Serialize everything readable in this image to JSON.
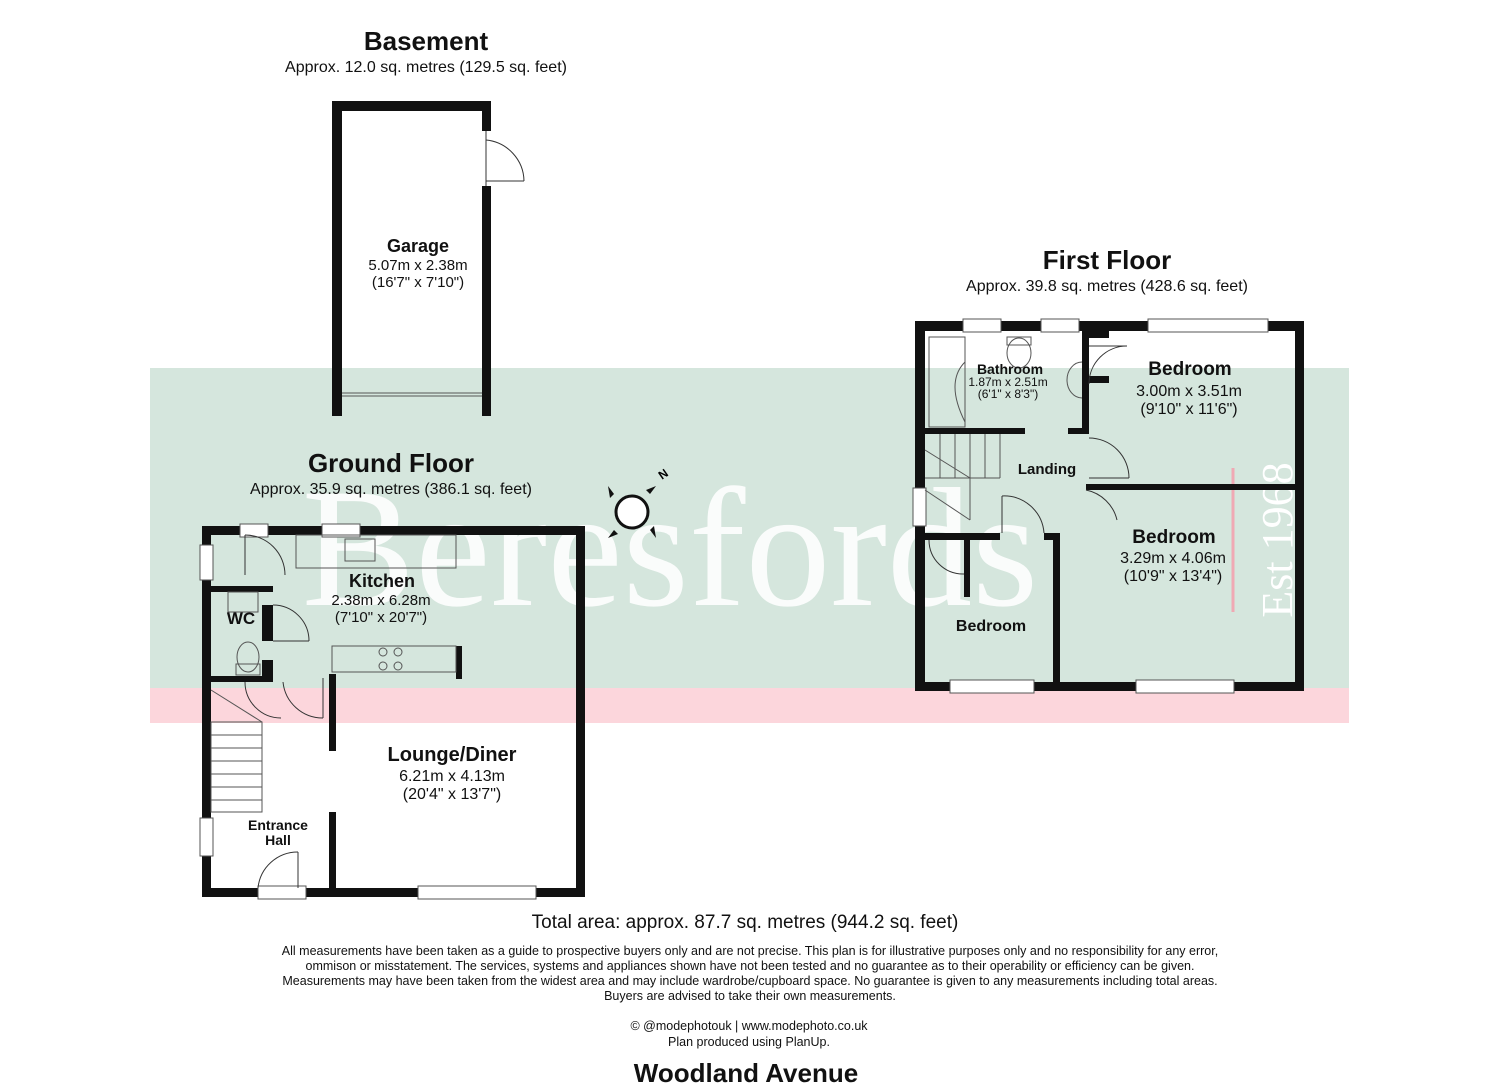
{
  "watermark": {
    "brand": "Beresfords",
    "established": "Est 1968"
  },
  "basement": {
    "title": "Basement",
    "area": "Approx. 12.0 sq. metres (129.5 sq. feet)",
    "rooms": {
      "garage": {
        "name": "Garage",
        "metric": "5.07m x 2.38m",
        "imperial": "(16'7\" x 7'10\")"
      }
    }
  },
  "ground_floor": {
    "title": "Ground Floor",
    "area": "Approx. 35.9 sq. metres (386.1 sq. feet)",
    "rooms": {
      "kitchen": {
        "name": "Kitchen",
        "metric": "2.38m x 6.28m",
        "imperial": "(7'10\" x 20'7\")"
      },
      "wc": {
        "name": "WC"
      },
      "lounge": {
        "name": "Lounge/Diner",
        "metric": "6.21m x 4.13m",
        "imperial": "(20'4\" x 13'7\")"
      },
      "entrance_line1": "Entrance",
      "entrance_line2": "Hall"
    }
  },
  "first_floor": {
    "title": "First Floor",
    "area": "Approx. 39.8 sq. metres (428.6 sq. feet)",
    "rooms": {
      "bathroom": {
        "name": "Bathroom",
        "metric": "1.87m x 2.51m",
        "imperial": "(6'1\" x 8'3\")"
      },
      "bedroom1": {
        "name": "Bedroom",
        "metric": "3.00m x 3.51m",
        "imperial": "(9'10\" x 11'6\")"
      },
      "landing": {
        "name": "Landing"
      },
      "bedroom2": {
        "name": "Bedroom",
        "metric": "3.29m x 4.06m",
        "imperial": "(10'9\" x 13'4\")"
      },
      "bedroom3": {
        "name": "Bedroom"
      }
    }
  },
  "compass": {
    "north_label": "N"
  },
  "footer": {
    "total_area": "Total area: approx. 87.7 sq. metres (944.2 sq. feet)",
    "disclaimer": "All measurements have been taken as a guide to prospective buyers only and are not precise. This plan is for illustrative purposes only and no responsibility for any error, ommison or misstatement. The services, systems and appliances shown have not been tested and no guarantee as to their operability or efficiency can be given. Measurements may have been taken from the widest area and may include wardrobe/cupboard space. No guarantee is given to any measurements including total areas. Buyers are advised to take their own measurements.",
    "credit": "© @modephotouk | www.modephoto.co.uk",
    "produced": "Plan produced using PlanUp.",
    "street": "Woodland Avenue"
  },
  "colors": {
    "wall": "#111111",
    "watermark_band": "#d5e6dd",
    "watermark_stripe": "#fcd6dc",
    "watermark_text": "#ffffff"
  }
}
